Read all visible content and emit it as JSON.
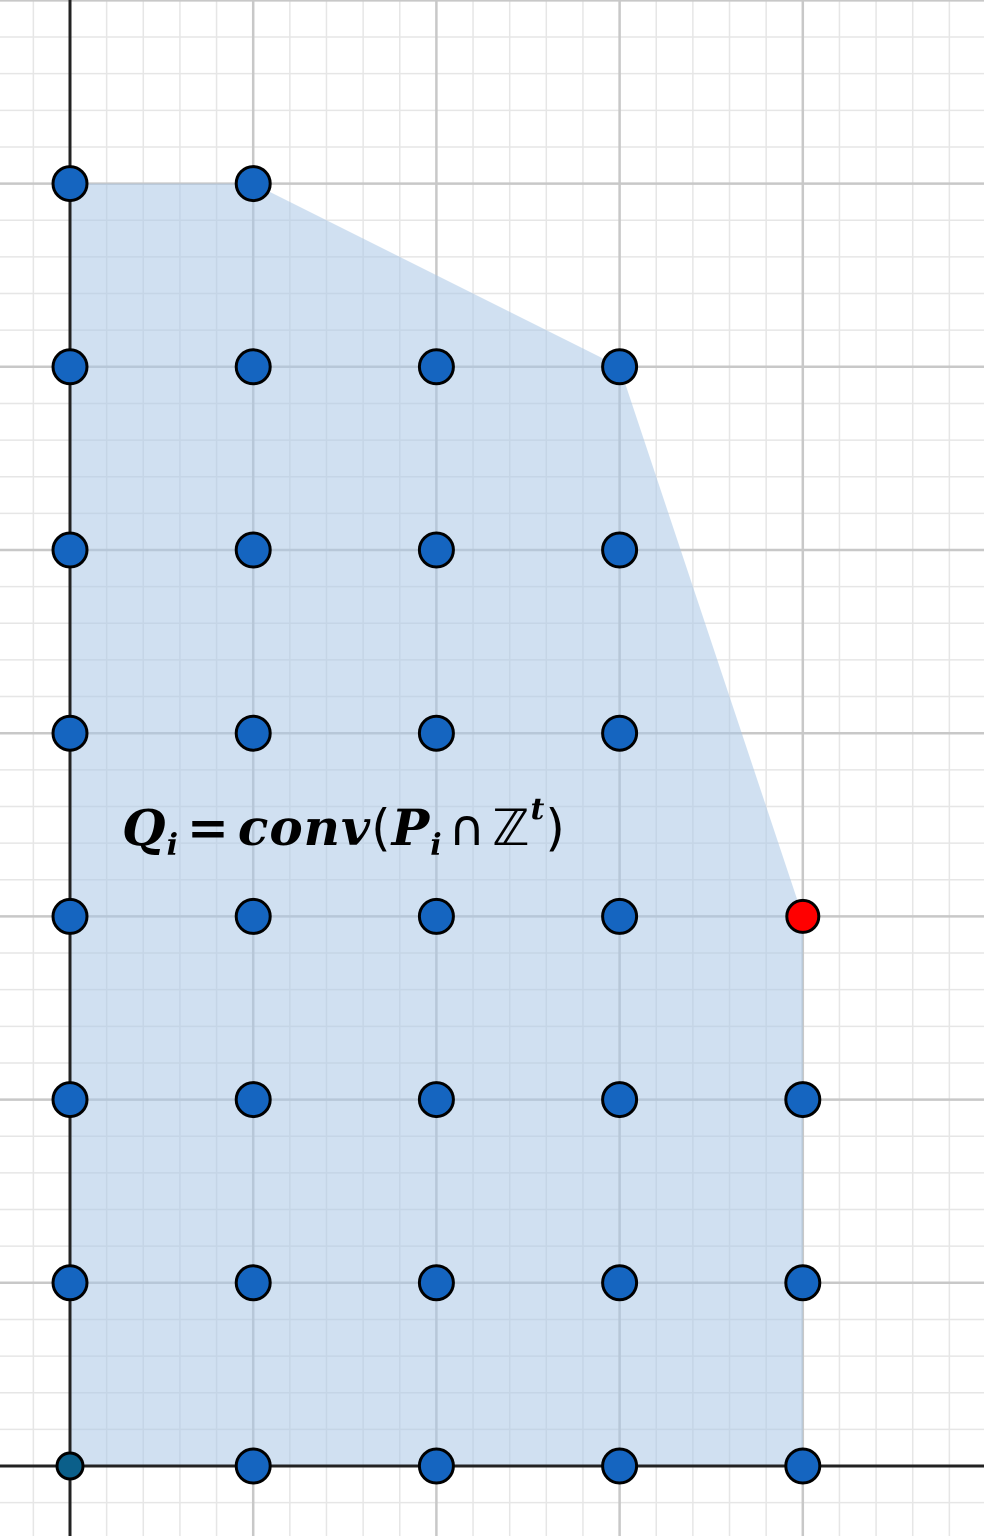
{
  "diagram": {
    "type": "lattice-polytope",
    "formula": {
      "Q": "Q",
      "sub_i": "i",
      "eq": "=",
      "conv": "conv",
      "lparen": "(",
      "P": "P",
      "sub_i2": "i",
      "cap": "∩",
      "Z": "ℤ",
      "sup_t": "t",
      "rparen": ")"
    },
    "polygon_vertices": [
      [
        0,
        0
      ],
      [
        0,
        7
      ],
      [
        1,
        7
      ],
      [
        3,
        6
      ],
      [
        4,
        3
      ],
      [
        4,
        0
      ]
    ],
    "lattice_points": [
      [
        0,
        7
      ],
      [
        1,
        7
      ],
      [
        0,
        6
      ],
      [
        1,
        6
      ],
      [
        2,
        6
      ],
      [
        3,
        6
      ],
      [
        0,
        5
      ],
      [
        1,
        5
      ],
      [
        2,
        5
      ],
      [
        3,
        5
      ],
      [
        0,
        4
      ],
      [
        1,
        4
      ],
      [
        2,
        4
      ],
      [
        3,
        4
      ],
      [
        0,
        3
      ],
      [
        1,
        3
      ],
      [
        2,
        3
      ],
      [
        3,
        3
      ],
      [
        4,
        3
      ],
      [
        0,
        2
      ],
      [
        1,
        2
      ],
      [
        2,
        2
      ],
      [
        3,
        2
      ],
      [
        4,
        2
      ],
      [
        0,
        1
      ],
      [
        1,
        1
      ],
      [
        2,
        1
      ],
      [
        3,
        1
      ],
      [
        4,
        1
      ],
      [
        0,
        0
      ],
      [
        1,
        0
      ],
      [
        2,
        0
      ],
      [
        3,
        0
      ],
      [
        4,
        0
      ]
    ],
    "highlighted_point": [
      4,
      3
    ],
    "origin_point": [
      0,
      0
    ],
    "colors": {
      "fill": "#a9c6e6",
      "point": "#1565c0",
      "highlight": "#ff0000",
      "origin": "#0b5f8a",
      "major_grid": "#c8c8c8",
      "minor_grid": "#e6e6e6",
      "axis": "#222222"
    }
  }
}
